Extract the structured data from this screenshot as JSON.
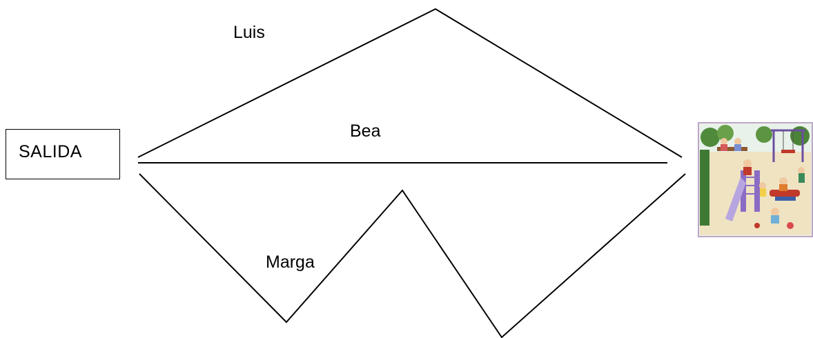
{
  "start": {
    "label": "SALIDA"
  },
  "routes": [
    {
      "name": "Luis"
    },
    {
      "name": "Bea"
    },
    {
      "name": "Marga"
    }
  ],
  "destination": {
    "icon": "playground-illustration"
  }
}
